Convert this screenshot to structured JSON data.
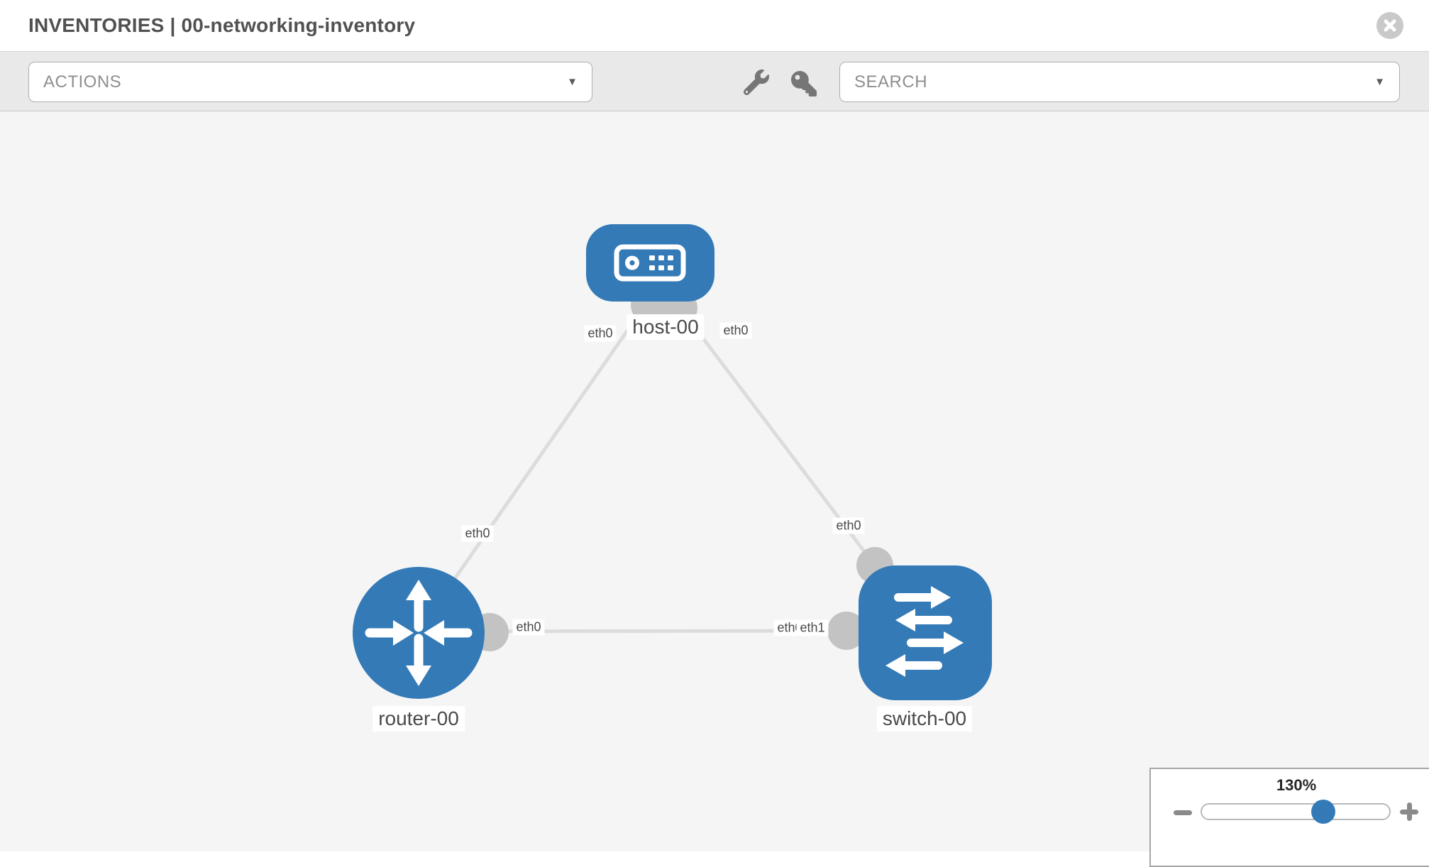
{
  "header": {
    "title": "INVENTORIES | 00-networking-inventory"
  },
  "toolbar": {
    "actions_label": "ACTIONS",
    "search_placeholder": "SEARCH",
    "caret_glyph": "▼"
  },
  "icons": {
    "header": [
      "close-icon"
    ],
    "toolbar": [
      "wrench-icon",
      "key-icon",
      "chevron-down-icon"
    ],
    "zoom": [
      "minus-icon",
      "plus-icon"
    ]
  },
  "colors": {
    "node_blue": "#337ab7",
    "link_gray": "#dcdcdc",
    "interface_bubble_gray": "#c3c3c3",
    "canvas_background": "#f5f5f5",
    "toolbar_background": "#e9e9e9"
  },
  "topology": {
    "nodes": [
      {
        "label": "host-00",
        "type": "host",
        "shape": "rounded-rect"
      },
      {
        "label": "router-00",
        "type": "router",
        "shape": "circle"
      },
      {
        "label": "switch-00",
        "type": "switch",
        "shape": "rounded-square"
      }
    ],
    "links": [
      {
        "from": "host-00",
        "to": "router-00",
        "from_label": "eth0",
        "to_label": "eth0"
      },
      {
        "from": "host-00",
        "to": "switch-00",
        "from_label": "eth0",
        "to_label": "eth0"
      },
      {
        "from": "router-00",
        "to": "switch-00",
        "from_label": "eth0",
        "to_label_back": "eth0",
        "to_label_front": "eth1"
      }
    ]
  },
  "zoom_control": {
    "level": "130%"
  }
}
